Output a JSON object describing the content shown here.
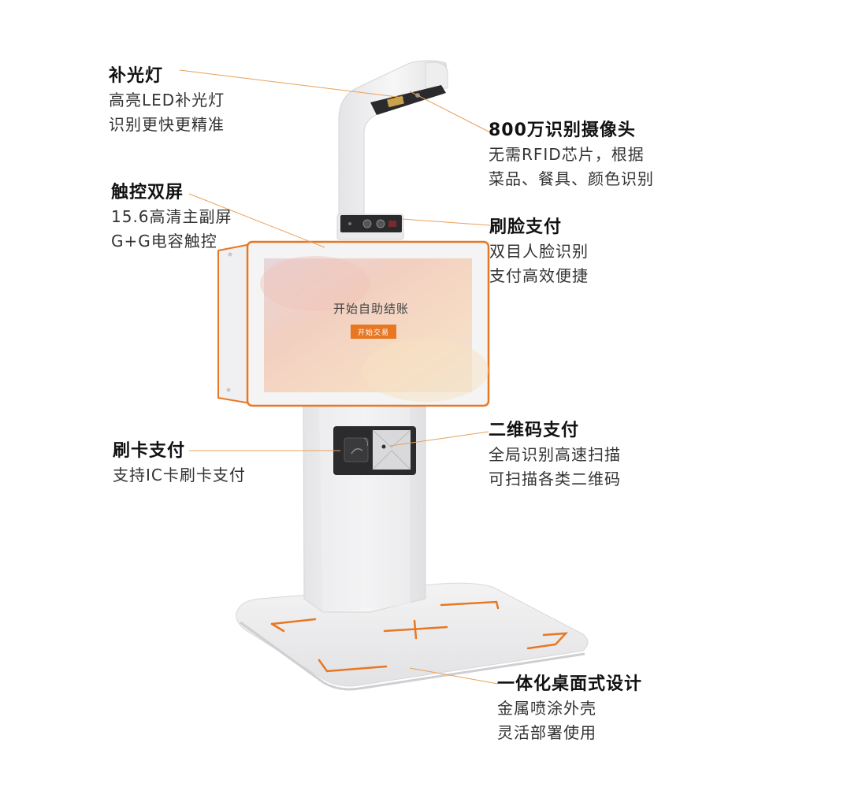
{
  "accent_color": "#e87722",
  "screen": {
    "title": "开始自助结账",
    "button_label": "开始交易"
  },
  "features": [
    {
      "id": "fill-light",
      "title": "补光灯",
      "lines": [
        "高亮LED补光灯",
        "识别更快更精准"
      ]
    },
    {
      "id": "camera",
      "title": "800万识别摄像头",
      "lines": [
        "无需RFID芯片，根据",
        "菜品、餐具、颜色识别"
      ]
    },
    {
      "id": "dual-screen",
      "title": "触控双屏",
      "lines": [
        "15.6高清主副屏",
        "G+G电容触控"
      ]
    },
    {
      "id": "face-pay",
      "title": "刷脸支付",
      "lines": [
        "双目人脸识别",
        "支付高效便捷"
      ]
    },
    {
      "id": "card-pay",
      "title": "刷卡支付",
      "lines": [
        "支持IC卡刷卡支付"
      ]
    },
    {
      "id": "qr-pay",
      "title": "二维码支付",
      "lines": [
        "全局识别高速扫描",
        "可扫描各类二维码"
      ]
    },
    {
      "id": "desktop-design",
      "title": "一体化桌面式设计",
      "lines": [
        "金属喷涂外壳",
        "灵活部署使用"
      ]
    }
  ]
}
